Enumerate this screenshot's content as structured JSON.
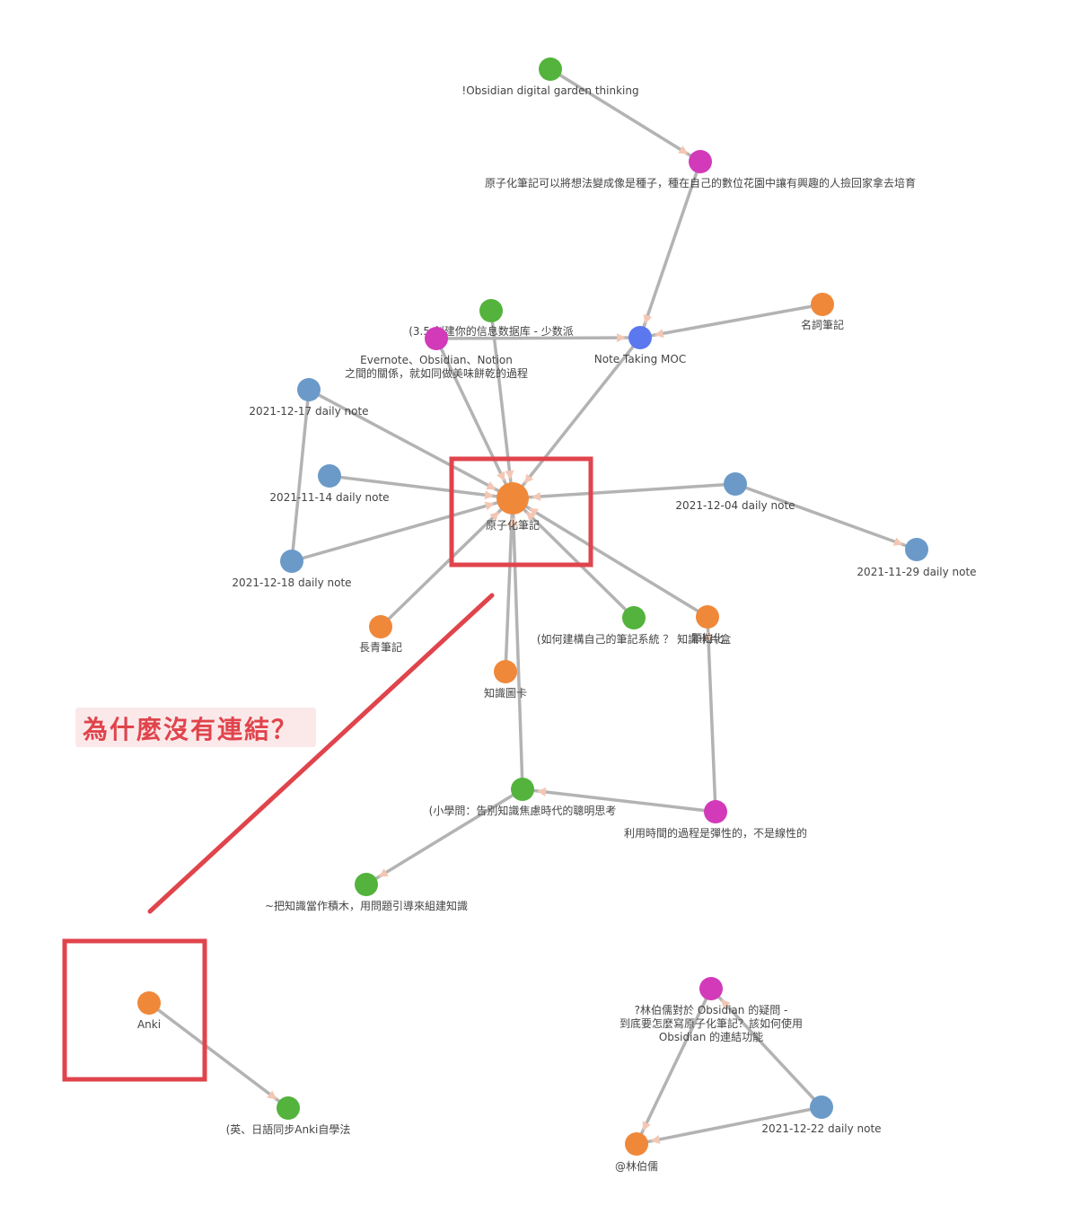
{
  "colors": {
    "green": "#53b33c",
    "magenta": "#d23ab9",
    "blue": "#5b78ef",
    "orange": "#f0883a",
    "steel": "#6b9ac9",
    "edge": "#b3b3b3",
    "highlight": "#e0444c"
  },
  "graph": {
    "nodes": [
      {
        "id": "garden",
        "color": "green",
        "lines": [
          "!Obsidian digital garden thinking"
        ]
      },
      {
        "id": "seed",
        "color": "magenta",
        "lines": [
          "原子化筆記可以將想法變成像是種子，種在自己的數位花園中讓有興趣的人撿回家拿去培育"
        ]
      },
      {
        "id": "moc",
        "color": "blue",
        "lines": [
          "Note Taking MOC"
        ]
      },
      {
        "id": "noun",
        "color": "orange",
        "lines": [
          "名詞筆記"
        ]
      },
      {
        "id": "db",
        "color": "green",
        "lines": [
          "(3.5 創建你的信息数据库 - 少数派"
        ]
      },
      {
        "id": "evernote",
        "color": "magenta",
        "lines": [
          "Evernote、Obsidian、Notion",
          "之間的關係，就如同做美味餅乾的過程"
        ]
      },
      {
        "id": "d1217",
        "color": "steel",
        "lines": [
          "2021-12-17 daily note"
        ]
      },
      {
        "id": "d1114",
        "color": "steel",
        "lines": [
          "2021-11-14 daily note"
        ]
      },
      {
        "id": "atomic",
        "color": "orange",
        "lines": [
          "原子化筆記"
        ]
      },
      {
        "id": "d1204",
        "color": "steel",
        "lines": [
          "2021-12-04 daily note"
        ]
      },
      {
        "id": "d1129",
        "color": "steel",
        "lines": [
          "2021-11-29 daily note"
        ]
      },
      {
        "id": "d1218",
        "color": "steel",
        "lines": [
          "2021-12-18 daily note"
        ]
      },
      {
        "id": "evergreen",
        "color": "orange",
        "lines": [
          "長青筆記"
        ]
      },
      {
        "id": "system",
        "color": "green",
        "lines": [
          "(如何建構自己的筆記系統 ？ 知識卡片盒"
        ]
      },
      {
        "id": "granular",
        "color": "orange",
        "lines": [
          "顆粒化"
        ]
      },
      {
        "id": "card",
        "color": "orange",
        "lines": [
          "知識圖卡"
        ]
      },
      {
        "id": "xiaoxue",
        "color": "green",
        "lines": [
          "(小學問：告別知識焦慮時代的聰明思考"
        ]
      },
      {
        "id": "time",
        "color": "magenta",
        "lines": [
          "利用時間的過程是彈性的，不是線性的"
        ]
      },
      {
        "id": "blocks",
        "color": "green",
        "lines": [
          "~把知識當作積木，用問題引導來組建知識"
        ]
      },
      {
        "id": "anki",
        "color": "orange",
        "lines": [
          "Anki"
        ]
      },
      {
        "id": "ankiself",
        "color": "green",
        "lines": [
          "(英、日語同步Anki自學法"
        ]
      },
      {
        "id": "lin_q",
        "color": "magenta",
        "lines": [
          "?林伯儒對於 Obsidian 的疑問 -",
          "到底要怎麼寫原子化筆記？該如何使用",
          "Obsidian 的連結功能"
        ]
      },
      {
        "id": "d1222",
        "color": "steel",
        "lines": [
          "2021-12-22 daily note"
        ]
      },
      {
        "id": "lin",
        "color": "orange",
        "lines": [
          "@林伯儒"
        ]
      }
    ],
    "edges": [
      {
        "from": "garden",
        "to": "seed",
        "arrow": true
      },
      {
        "from": "seed",
        "to": "moc",
        "arrow": true
      },
      {
        "from": "noun",
        "to": "moc",
        "arrow": true
      },
      {
        "from": "evernote",
        "to": "moc",
        "arrow": true
      },
      {
        "from": "moc",
        "to": "atomic",
        "arrow": true
      },
      {
        "from": "evernote",
        "to": "atomic",
        "arrow": true
      },
      {
        "from": "db",
        "to": "atomic",
        "arrow": true
      },
      {
        "from": "d1217",
        "to": "atomic",
        "arrow": true
      },
      {
        "from": "d1114",
        "to": "atomic",
        "arrow": true
      },
      {
        "from": "d1218",
        "to": "atomic",
        "arrow": true
      },
      {
        "from": "d1217",
        "to": "d1218",
        "arrow": false
      },
      {
        "from": "d1204",
        "to": "atomic",
        "arrow": true
      },
      {
        "from": "d1204",
        "to": "d1129",
        "arrow": true
      },
      {
        "from": "evergreen",
        "to": "atomic",
        "arrow": true
      },
      {
        "from": "system",
        "to": "atomic",
        "arrow": true
      },
      {
        "from": "granular",
        "to": "atomic",
        "arrow": true
      },
      {
        "from": "card",
        "to": "atomic",
        "arrow": true
      },
      {
        "from": "xiaoxue",
        "to": "atomic",
        "arrow": true
      },
      {
        "from": "time",
        "to": "granular",
        "arrow": true
      },
      {
        "from": "time",
        "to": "xiaoxue",
        "arrow": true
      },
      {
        "from": "xiaoxue",
        "to": "blocks",
        "arrow": true
      },
      {
        "from": "anki",
        "to": "ankiself",
        "arrow": true
      },
      {
        "from": "d1222",
        "to": "lin_q",
        "arrow": true
      },
      {
        "from": "lin_q",
        "to": "lin",
        "arrow": true
      },
      {
        "from": "d1222",
        "to": "lin",
        "arrow": true
      }
    ]
  },
  "callout": {
    "question": "為什麼沒有連結？"
  }
}
